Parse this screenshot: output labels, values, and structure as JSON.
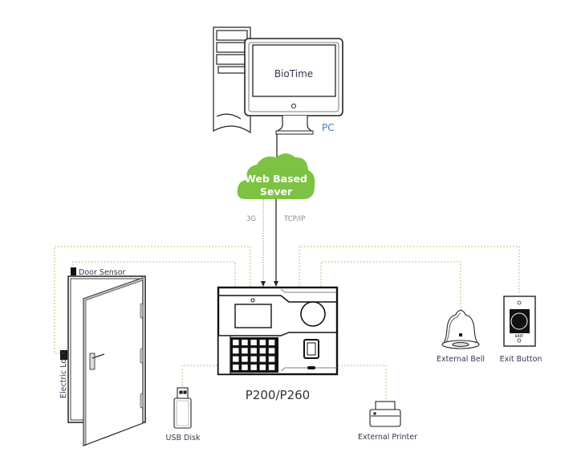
{
  "diagram": {
    "pc": {
      "screen_text": "BioTime",
      "label": "PC"
    },
    "cloud": {
      "line1": "Web Based",
      "line2": "Sever",
      "color": "#7dc242"
    },
    "connections": {
      "wireless": "3G",
      "wired": "TCP/IP"
    },
    "device": {
      "label": "P200/P260"
    },
    "peripherals": {
      "door_sensor": "Door Sensor",
      "electric_lock": "Electric Lock",
      "usb_disk": "USB Disk",
      "external_printer": "External Printer",
      "external_bell": "External Bell",
      "exit_button": "Exit Button",
      "exit_button_text": "EXIT"
    },
    "colors": {
      "dotted_line": "#9fd17c",
      "label_text": "#3a3550",
      "pc_label": "#4a78b8"
    }
  }
}
